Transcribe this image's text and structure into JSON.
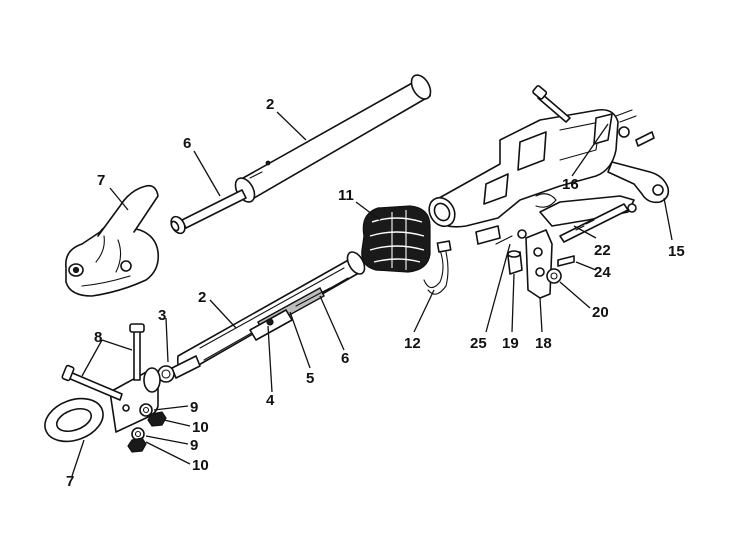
{
  "callouts": [
    {
      "id": "c2a",
      "text": "2"
    },
    {
      "id": "c6a",
      "text": "6"
    },
    {
      "id": "c7a",
      "text": "7"
    },
    {
      "id": "c11",
      "text": "11"
    },
    {
      "id": "c16",
      "text": "16"
    },
    {
      "id": "c15",
      "text": "15"
    },
    {
      "id": "c22",
      "text": "22"
    },
    {
      "id": "c24",
      "text": "24"
    },
    {
      "id": "c20",
      "text": "20"
    },
    {
      "id": "c12",
      "text": "12"
    },
    {
      "id": "c25",
      "text": "25"
    },
    {
      "id": "c19",
      "text": "19"
    },
    {
      "id": "c18",
      "text": "18"
    },
    {
      "id": "c2b",
      "text": "2"
    },
    {
      "id": "c3",
      "text": "3"
    },
    {
      "id": "c8",
      "text": "8"
    },
    {
      "id": "c4",
      "text": "4"
    },
    {
      "id": "c5",
      "text": "5"
    },
    {
      "id": "c6b",
      "text": "6"
    },
    {
      "id": "c9a",
      "text": "9"
    },
    {
      "id": "c10a",
      "text": "10"
    },
    {
      "id": "c9b",
      "text": "9"
    },
    {
      "id": "c10b",
      "text": "10"
    },
    {
      "id": "c7b",
      "text": "7"
    }
  ]
}
